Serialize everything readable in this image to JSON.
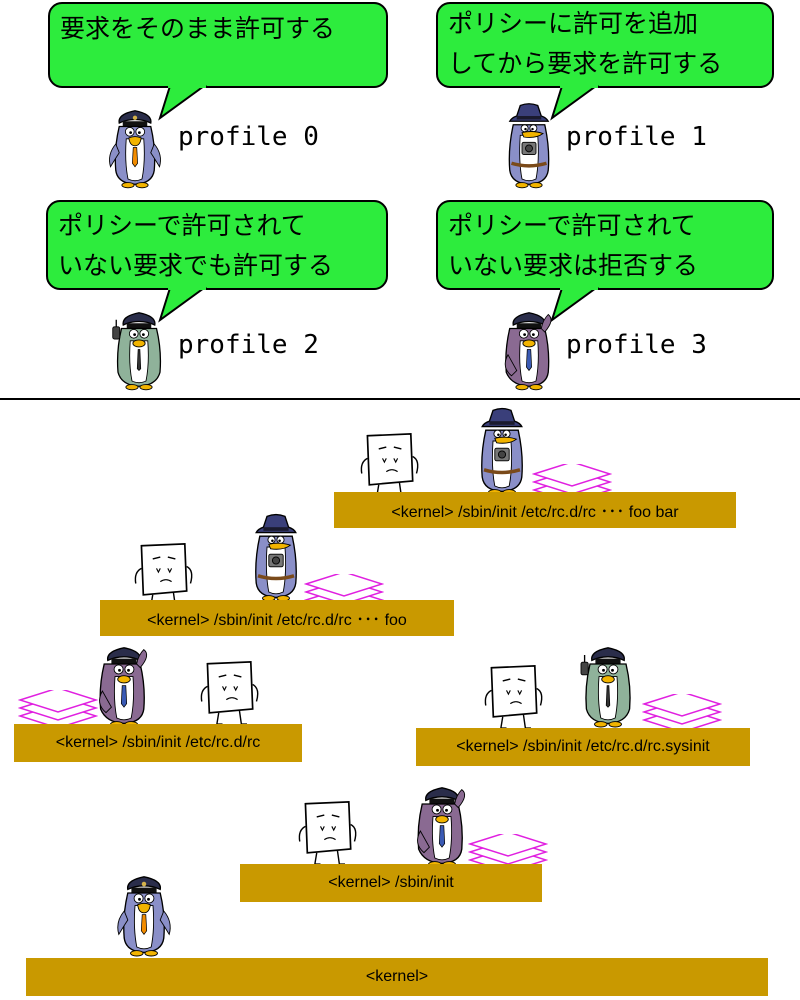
{
  "profiles": [
    {
      "label": "profile 0",
      "bubble_lines": [
        "要求をそのまま許可する"
      ],
      "character": "police-penguin"
    },
    {
      "label": "profile 1",
      "bubble_lines": [
        "ポリシーに許可を追加",
        "してから要求を許可する"
      ],
      "character": "detective-penguin"
    },
    {
      "label": "profile 2",
      "bubble_lines": [
        "ポリシーで許可されて",
        "いない要求でも許可する"
      ],
      "character": "police-penguin-radio"
    },
    {
      "label": "profile 3",
      "bubble_lines": [
        "ポリシーで許可されて",
        "いない要求は拒否する"
      ],
      "character": "police-penguin-salute"
    }
  ],
  "process_chain": [
    {
      "id": "foo-bar",
      "text": "<kernel> /sbin/init /etc/rc.d/rc ･･･ foo bar",
      "character": "detective-penguin"
    },
    {
      "id": "foo",
      "text": "<kernel> /sbin/init /etc/rc.d/rc ･･･ foo",
      "character": "detective-penguin"
    },
    {
      "id": "rc",
      "text": "<kernel> /sbin/init /etc/rc.d/rc",
      "character": "police-penguin-salute"
    },
    {
      "id": "rc-sysinit",
      "text": "<kernel> /sbin/init /etc/rc.d/rc.sysinit",
      "character": "police-penguin-radio"
    },
    {
      "id": "sbin-init",
      "text": "<kernel> /sbin/init",
      "character": "police-penguin-salute"
    },
    {
      "id": "kernel",
      "text": "<kernel>",
      "character": "police-penguin"
    }
  ],
  "colors": {
    "bubble": "#2dec3d",
    "bar": "#c99900",
    "policy_sheets": "#e020e0"
  }
}
